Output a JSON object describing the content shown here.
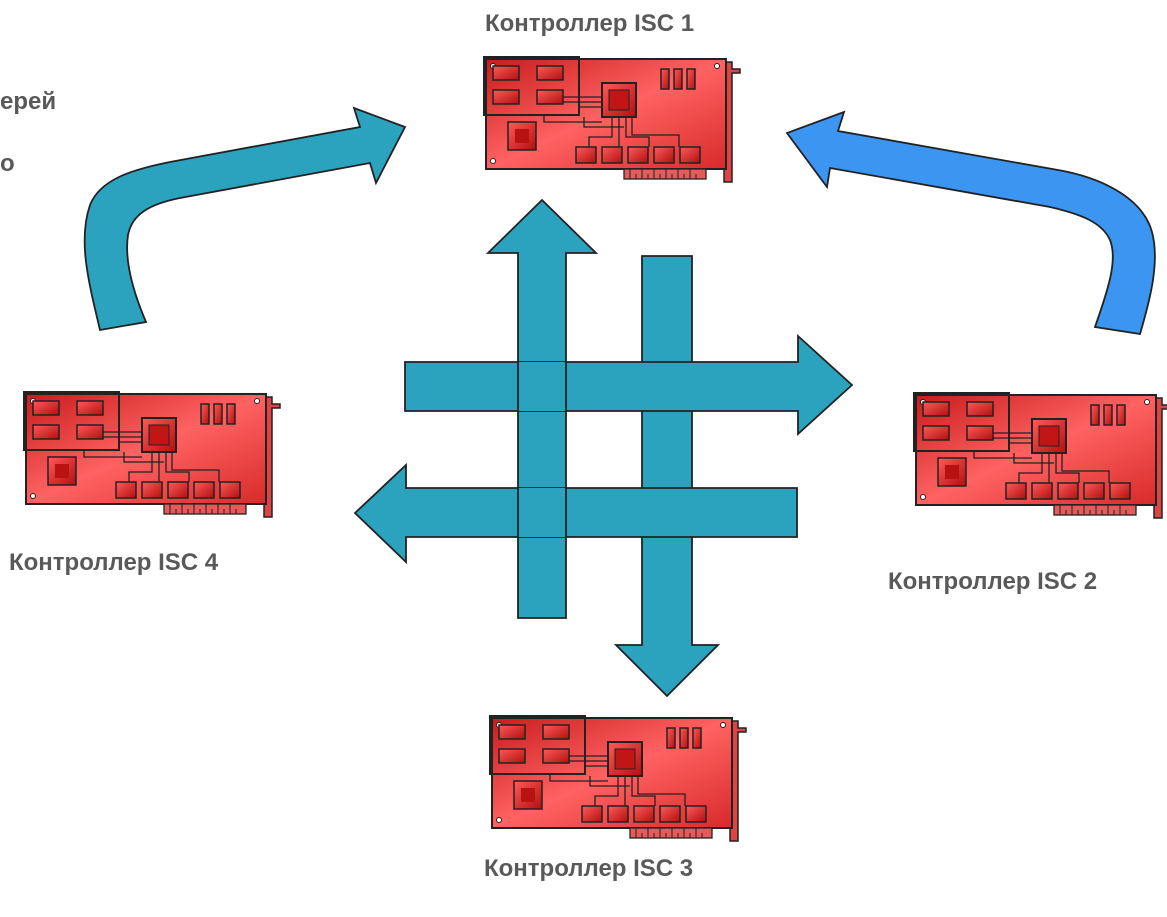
{
  "controllers": {
    "c1": "Контроллер ISC 1",
    "c2": "Контроллер ISC 2",
    "c3": "Контроллер ISC 3",
    "c4": "Контроллер ISC 4"
  },
  "fragments": {
    "line1": "ерей",
    "line2": "о"
  },
  "colors": {
    "arrow": "#2ba3bf",
    "arrow_highlight": "#3d95f2",
    "card": "#e83a3a",
    "card_dark": "#b01818",
    "outline": "#1a1a1a",
    "label": "#595959"
  },
  "icons": {
    "card": "controller-card-icon"
  }
}
